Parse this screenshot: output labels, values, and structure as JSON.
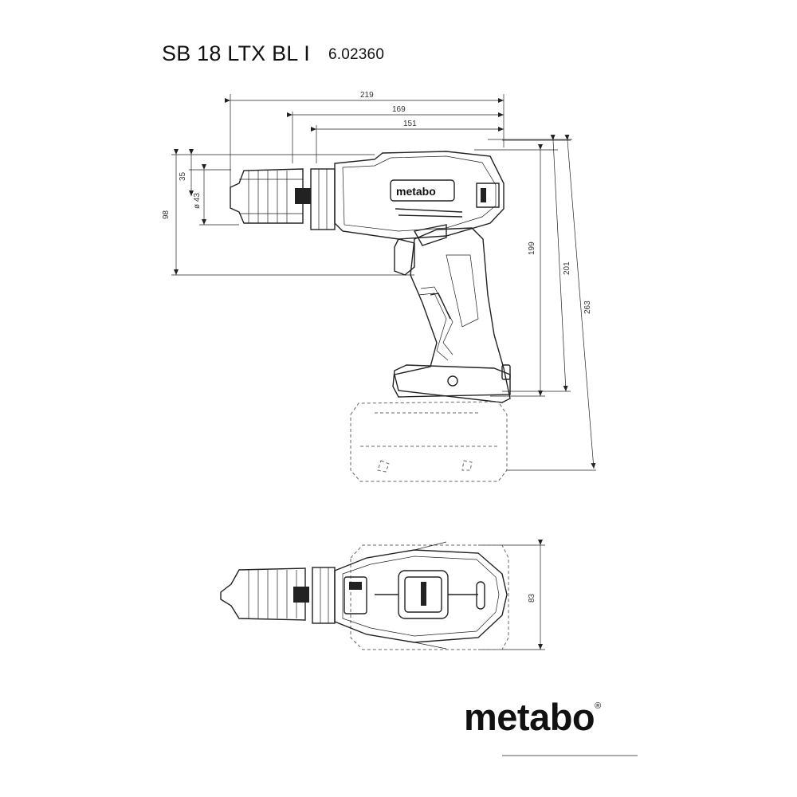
{
  "header": {
    "model": "SB 18 LTX BL I",
    "code": "6.02360"
  },
  "dimensions": {
    "overall_length": "219",
    "body_length": "169",
    "head_length": "151",
    "chuck_height": "35",
    "chuck_diameter": "ø 43",
    "front_height": "98",
    "tool_height": "199",
    "height_incl_handle": "201",
    "height_with_battery": "263",
    "top_view_width": "83"
  },
  "logo": {
    "text": "metabo",
    "mark": "®"
  },
  "tool_label": "metabo"
}
